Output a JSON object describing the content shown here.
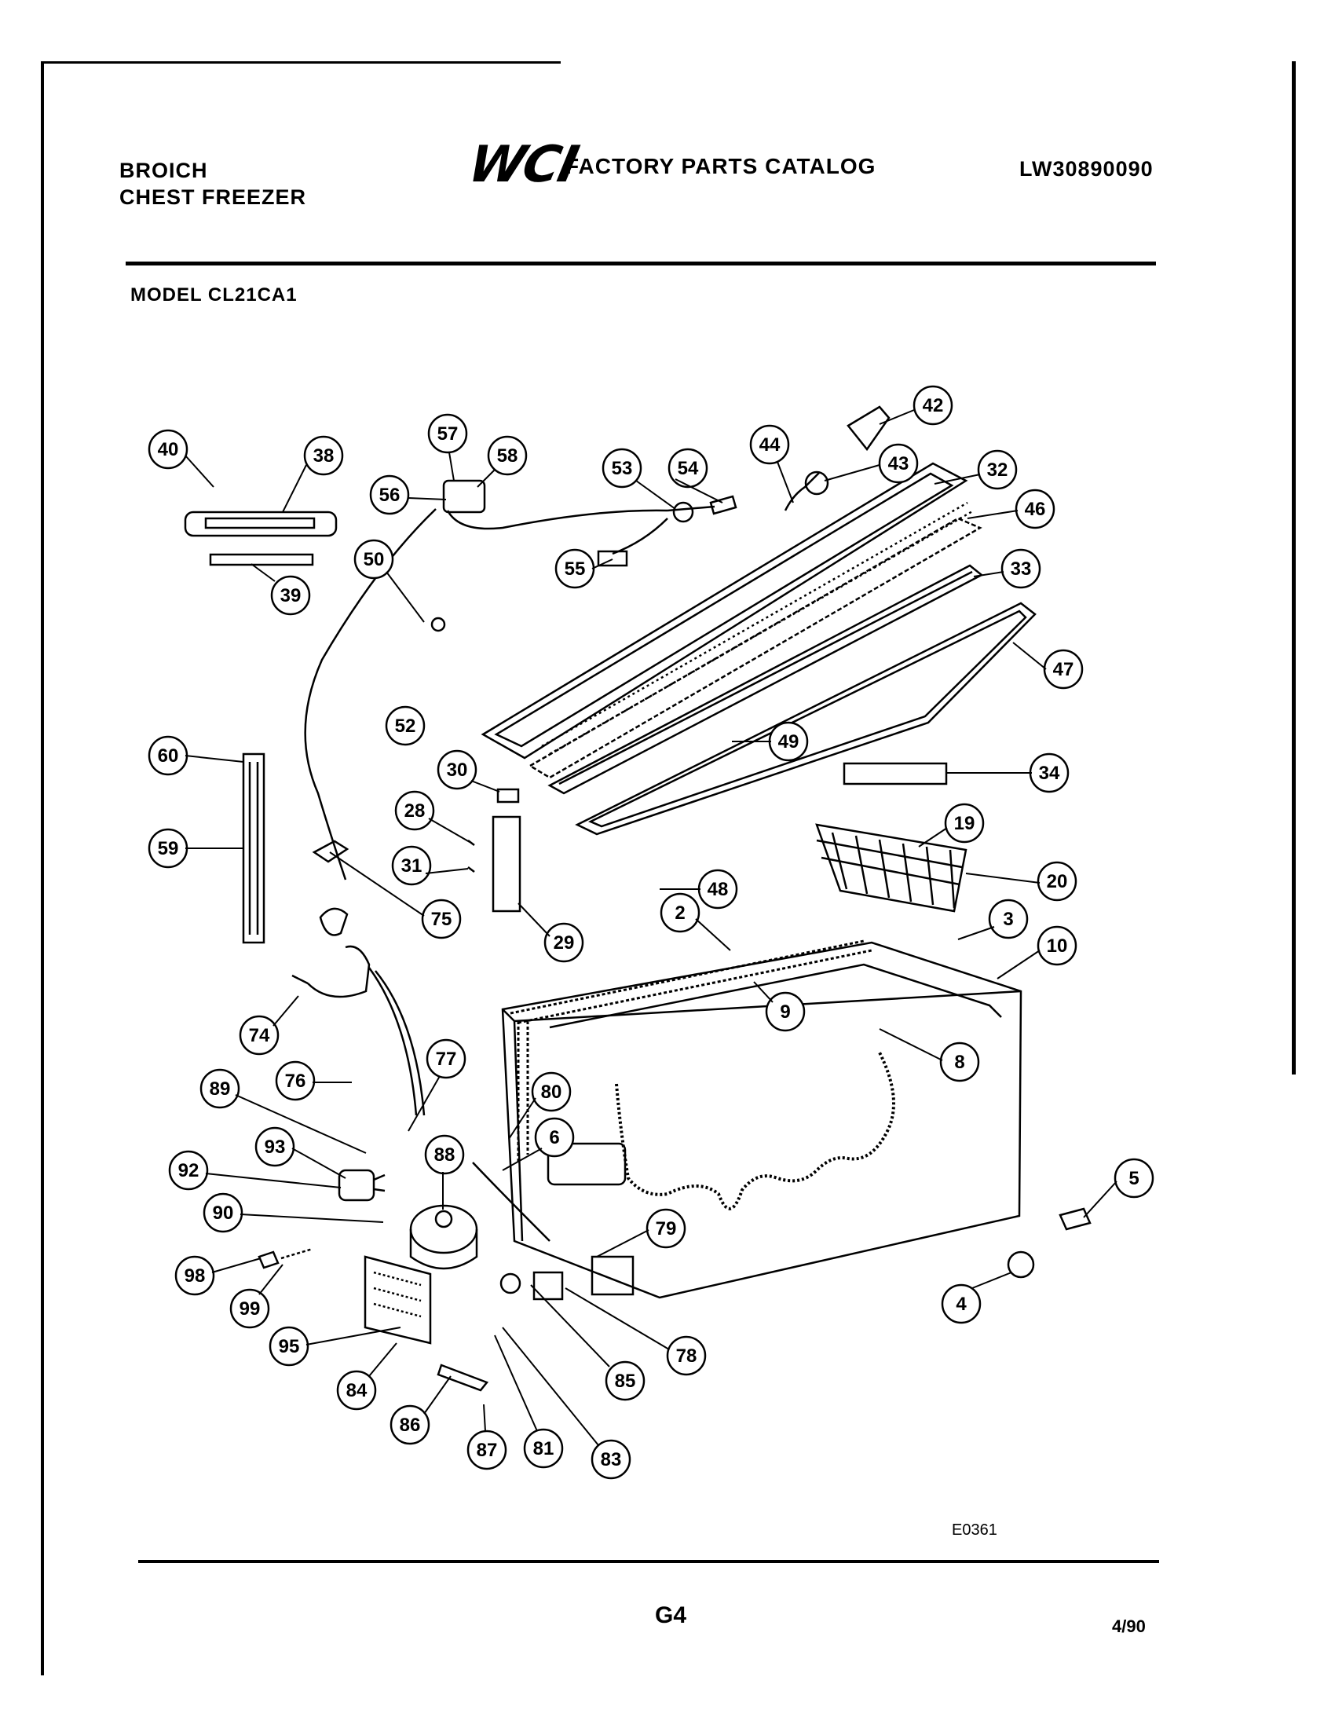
{
  "header": {
    "brand_line1": "BROICH",
    "brand_line2": "CHEST FREEZER",
    "logo": "WCI",
    "catalog_title": "FACTORY PARTS CATALOG",
    "catalog_number": "LW30890090",
    "model": "MODEL CL21CA1"
  },
  "diagram": {
    "callouts": [
      "40",
      "38",
      "39",
      "57",
      "58",
      "56",
      "53",
      "54",
      "55",
      "44",
      "43",
      "42",
      "32",
      "46",
      "33",
      "47",
      "50",
      "52",
      "60",
      "59",
      "30",
      "28",
      "31",
      "75",
      "29",
      "49",
      "34",
      "19",
      "20",
      "48",
      "2",
      "3",
      "10",
      "9",
      "8",
      "74",
      "76",
      "77",
      "89",
      "80",
      "6",
      "93",
      "88",
      "92",
      "90",
      "79",
      "5",
      "98",
      "99",
      "95",
      "84",
      "86",
      "87",
      "81",
      "83",
      "85",
      "78",
      "4"
    ]
  },
  "footer": {
    "figure_code": "E0361",
    "page_number": "G4",
    "date": "4/90"
  },
  "colors": {
    "ink": "#000000",
    "paper": "#ffffff"
  }
}
